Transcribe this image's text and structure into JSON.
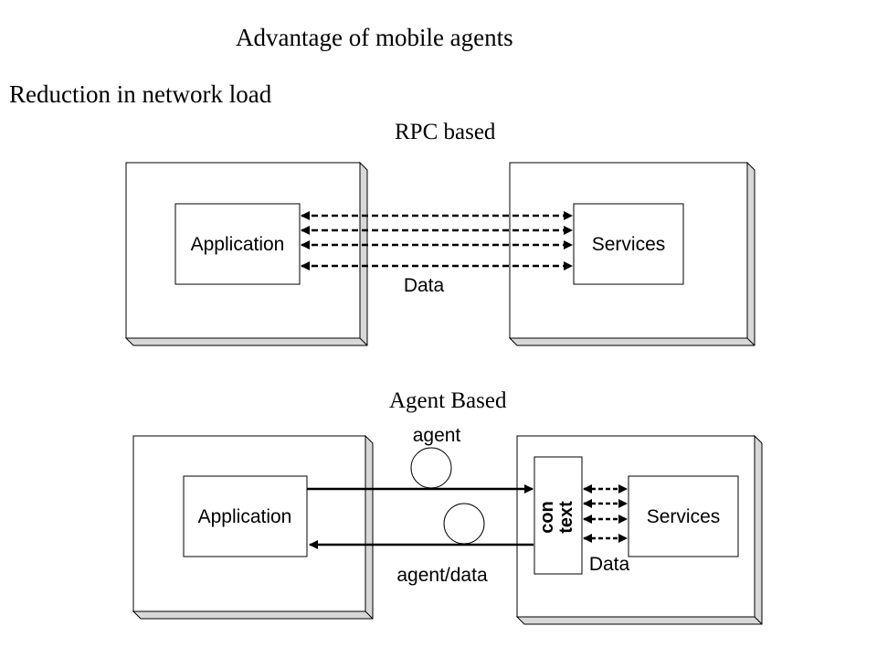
{
  "title": "Advantage of mobile agents",
  "heading": "Reduction in network load",
  "rpc": {
    "label": "RPC based",
    "application": "Application",
    "services": "Services",
    "data": "Data"
  },
  "agent": {
    "label": "Agent Based",
    "application": "Application",
    "services": "Services",
    "agent_label": "agent",
    "return_label": "agent/data",
    "context_top": "con",
    "context_bottom": "text",
    "data": "Data"
  }
}
